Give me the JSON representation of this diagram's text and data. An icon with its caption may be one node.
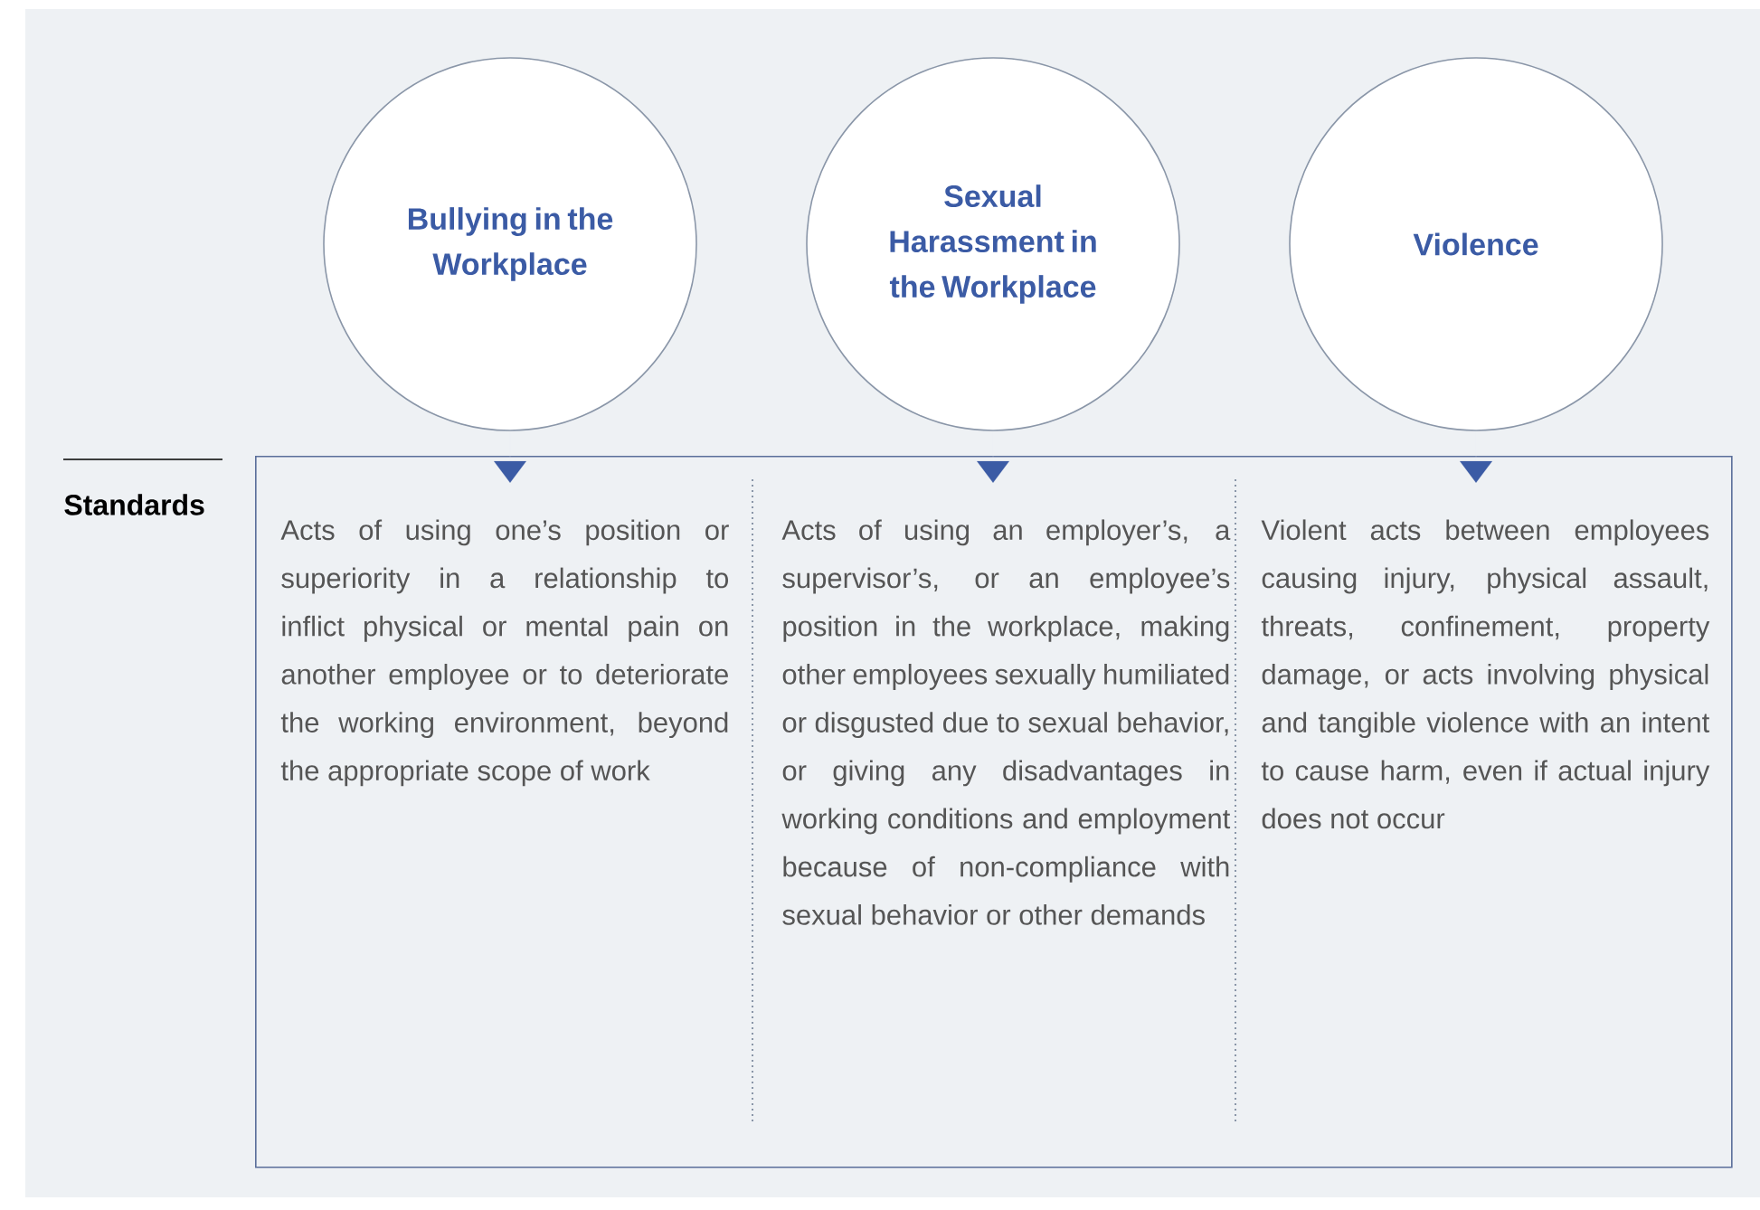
{
  "diagram": {
    "nodes": [
      {
        "text": [
          "Bullying in the Workplace"
        ]
      },
      {
        "text": [
          "Sexual Harassment in the Workplace"
        ]
      },
      {
        "text": [
          "Violence"
        ]
      },
      {
        "text": [],
        "shape": "box"
      },
      {
        "text": [
          "Acts of using one’s position or superiority in a relationship to inflict physical or mental pain on another employee or to deteriorate the working environment, beyond the appropriate scope of work"
        ],
        "in": 3
      },
      {
        "text": [
          "Acts of using an employer’s, a supervisor’s, or an employee’s position in the workplace, making other employees sexually humiliated or disgusted due to sexual behavior, or giving any disadvantages in working conditions and employment because of non-compliance with sexual behavior or other demands"
        ],
        "in": 3
      },
      {
        "text": [
          "Violent acts between employees causing injury, physical assault, threats, confinement, property damage, or acts involving physical and tangible violence with an intent to cause harm, even if actual injury does not occur"
        ],
        "in": 3
      }
    ],
    "edges": [
      {
        "from": 0,
        "to": 4,
        "arrow": "to"
      },
      {
        "from": 1,
        "to": 5,
        "arrow": "to"
      },
      {
        "from": 2,
        "to": 6,
        "arrow": "to"
      }
    ],
    "labels": [
      "Standards"
    ]
  }
}
